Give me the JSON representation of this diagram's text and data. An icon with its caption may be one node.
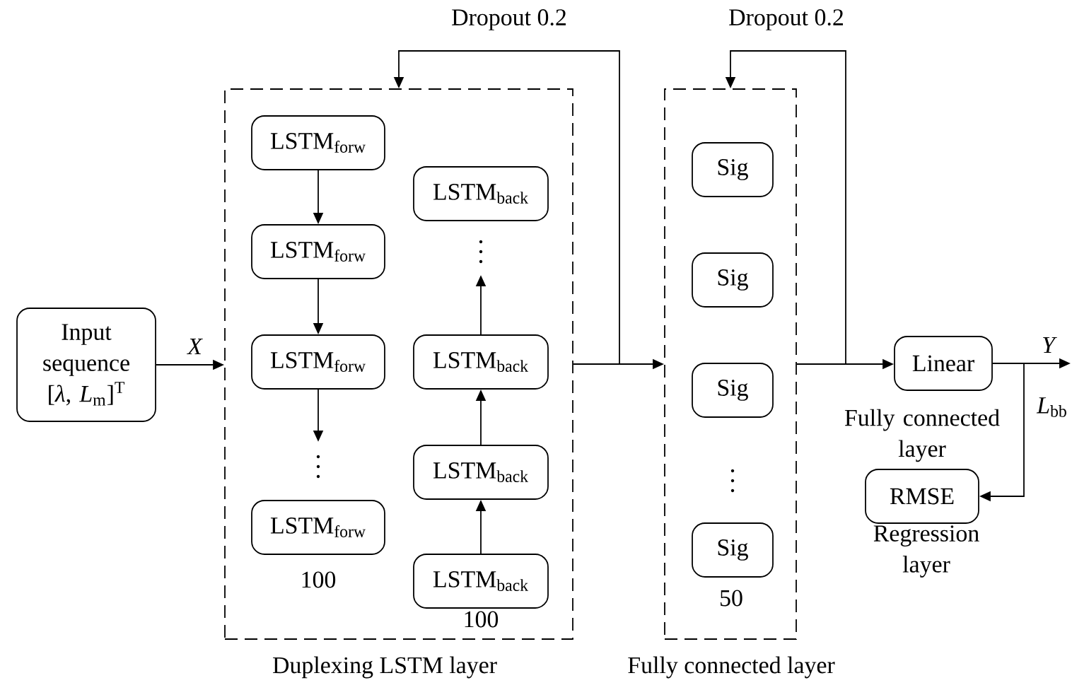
{
  "diagram": {
    "nodes": [
      {
        "text": [
          "Input sequence [*λ*, *L*$_{m}$]$^{T}$"
        ]
      },
      {
        "text": [
          "Duplexing LSTM layer"
        ]
      },
      {
        "text": [
          "LSTM$_{forw}$"
        ],
        "in": 1
      },
      {
        "text": [
          "LSTM$_{forw}$"
        ],
        "in": 1
      },
      {
        "text": [
          "LSTM$_{forw}$"
        ],
        "in": 1
      },
      {
        "text": [
          "LSTM$_{forw}$"
        ],
        "in": 1,
        "beside": [
          "100"
        ]
      },
      {
        "text": [
          "LSTM$_{back}$"
        ],
        "in": 1
      },
      {
        "text": [
          "LSTM$_{back}$"
        ],
        "in": 1
      },
      {
        "text": [
          "LSTM$_{back}$"
        ],
        "in": 1
      },
      {
        "text": [
          "LSTM$_{back}$"
        ],
        "in": 1,
        "beside": [
          "100"
        ]
      },
      {
        "text": [
          "Fully connected layer"
        ]
      },
      {
        "text": [
          "Sig"
        ],
        "in": 10
      },
      {
        "text": [
          "Sig"
        ],
        "in": 10
      },
      {
        "text": [
          "Sig"
        ],
        "in": 10
      },
      {
        "text": [
          "Sig"
        ],
        "in": 10,
        "beside": [
          "50"
        ]
      },
      {
        "text": [
          "Linear"
        ],
        "beside": [
          "Fully connected layer"
        ]
      },
      {
        "text": [
          "RMSE"
        ],
        "beside": [
          "Regression layer"
        ]
      }
    ],
    "edges": [
      {
        "from": 0,
        "to": 1,
        "arrow": "to",
        "label": "*X*"
      },
      {
        "from": 2,
        "to": 3,
        "arrow": "to"
      },
      {
        "from": 3,
        "to": 4,
        "arrow": "to"
      },
      {
        "from": 4,
        "to": null,
        "arrow": "to"
      },
      {
        "from": 9,
        "to": 8,
        "arrow": "to"
      },
      {
        "from": 8,
        "to": 7,
        "arrow": "to"
      },
      {
        "from": 7,
        "to": null,
        "arrow": "to"
      },
      {
        "from": 1,
        "to": 10,
        "arrow": "to"
      },
      {
        "from": null,
        "to": 1,
        "arrow": "to",
        "label": "Dropout 0.2"
      },
      {
        "from": 10,
        "to": 15,
        "arrow": "to"
      },
      {
        "from": null,
        "to": 10,
        "arrow": "to",
        "label": "Dropout 0.2"
      },
      {
        "from": 15,
        "to": null,
        "arrow": "to",
        "label": "*Y*"
      },
      {
        "from": 15,
        "to": 16,
        "arrow": "to"
      }
    ],
    "labels": [
      "*L*$_{bb}$"
    ]
  }
}
